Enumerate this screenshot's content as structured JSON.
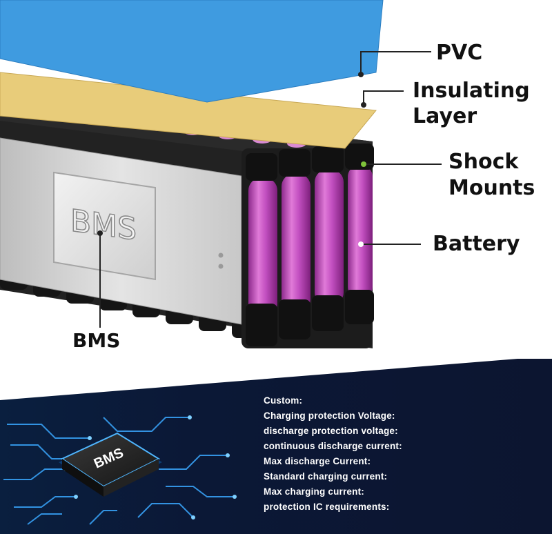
{
  "callouts": {
    "pvc": "PVC",
    "insulating_line1": "Insulating",
    "insulating_line2": "Layer",
    "shock_line1": "Shock",
    "shock_line2": "Mounts",
    "battery": "Battery",
    "bms": "BMS"
  },
  "bms_plate_text": "BMS",
  "chip_text": "BMS",
  "specs": [
    "Custom:",
    "Charging protection Voltage:",
    "discharge protection voltage:",
    "continuous discharge current:",
    "Max discharge Current:",
    "Standard charging current:",
    "Max charging current:",
    "protection IC requirements:"
  ],
  "colors": {
    "pvc": "#3f9be0",
    "insulating": "#e8cc7a",
    "cell_pink": "#c24fc0",
    "holder_black": "#1c1c1c",
    "bms_board": "#d6d6d6",
    "banner_navy": "#0c1530",
    "circuit_blue": "#3aa8ff"
  },
  "icons": [
    "bms-chip-icon",
    "circuit-board-icon"
  ]
}
